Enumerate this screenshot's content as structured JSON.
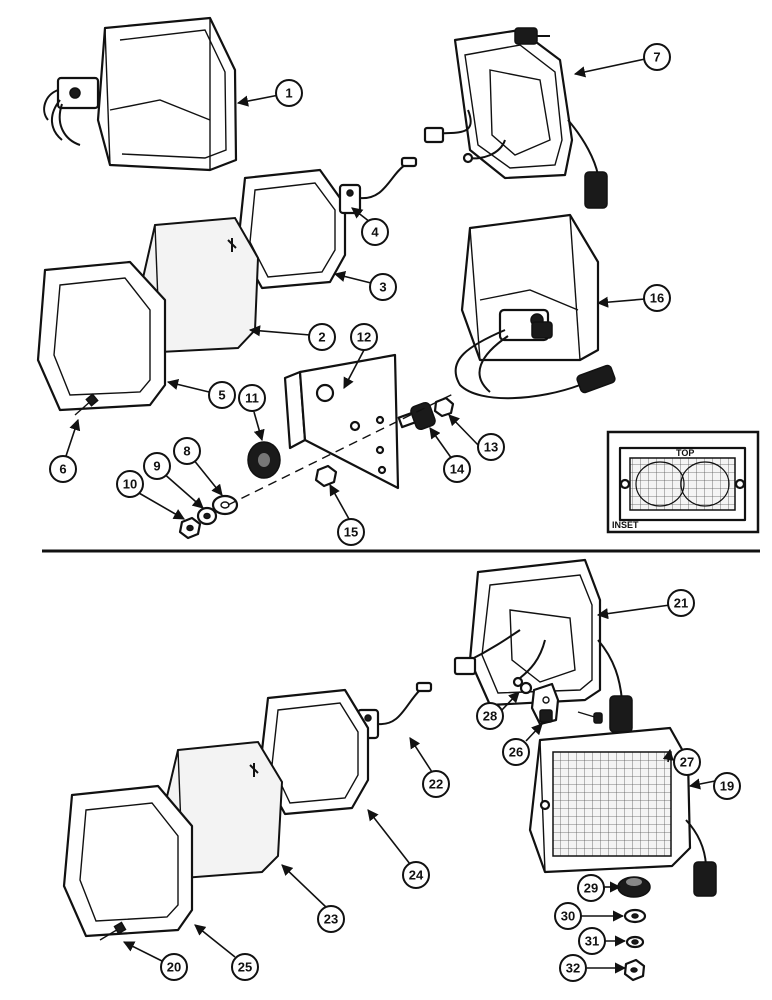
{
  "callouts": {
    "c1": "1",
    "c2": "2",
    "c3": "3",
    "c4": "4",
    "c5": "5",
    "c6": "6",
    "c7": "7",
    "c8": "8",
    "c9": "9",
    "c10": "10",
    "c11": "11",
    "c12": "12",
    "c13": "13",
    "c14": "14",
    "c15": "15",
    "c16": "16",
    "c19": "19",
    "c20": "20",
    "c21": "21",
    "c22": "22",
    "c23": "23",
    "c24": "24",
    "c25": "25",
    "c26": "26",
    "c27": "27",
    "c28": "28",
    "c29": "29",
    "c30": "30",
    "c31": "31",
    "c32": "32"
  },
  "inset": {
    "label": "INSET",
    "top_mark": "TOP"
  }
}
